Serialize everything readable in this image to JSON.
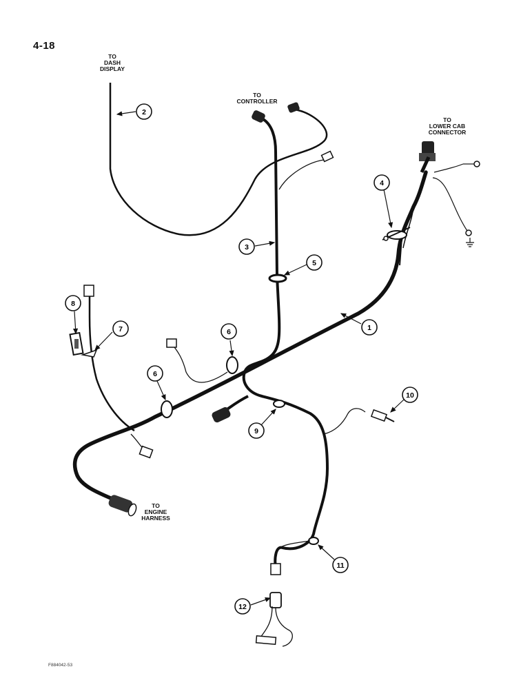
{
  "page_number": "4-18",
  "figure_code": "F884042-53",
  "labels": {
    "dash": [
      "TO",
      "DASH",
      "DISPLAY"
    ],
    "controller": [
      "TO",
      "CONTROLLER"
    ],
    "lower_cab": [
      "TO",
      "LOWER CAB",
      "CONNECTOR"
    ],
    "engine": [
      "TO",
      "ENGINE",
      "HARNESS"
    ]
  },
  "callouts": [
    "1",
    "2",
    "3",
    "4",
    "5",
    "6",
    "6",
    "7",
    "8",
    "9",
    "10",
    "11",
    "12"
  ],
  "colors": {
    "ink": "#111111",
    "paper": "#ffffff"
  }
}
